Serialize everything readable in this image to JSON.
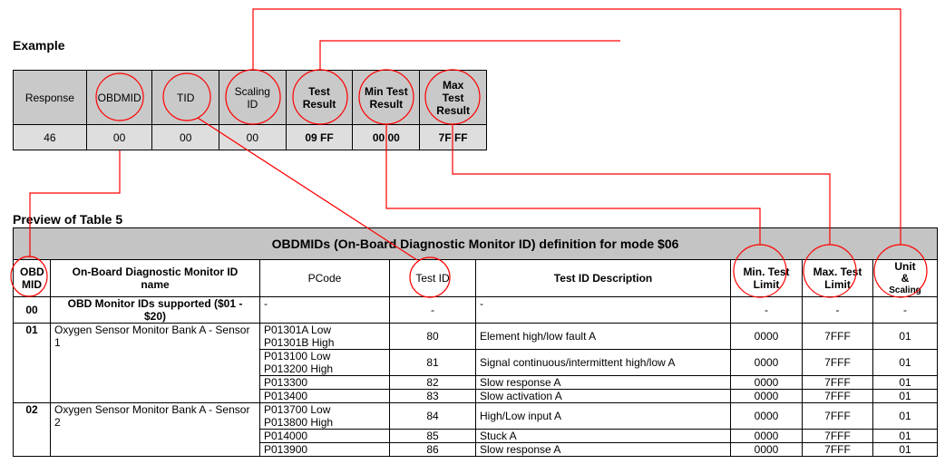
{
  "example": {
    "heading": "Example",
    "headers": [
      "Response",
      "OBDMID",
      "TID",
      "Scaling ID",
      "Test Result",
      "Min Test Result",
      "Max Test Result"
    ],
    "values": [
      "46",
      "00",
      "00",
      "00",
      "09 FF",
      "00 00",
      "7F FF"
    ]
  },
  "preview": {
    "heading": "Preview of Table 5",
    "title": "OBDMIDs (On-Board Diagnostic Monitor ID) definition for mode $06",
    "columns": {
      "obd_mid": "OBD MID",
      "monitor_name": "On-Board Diagnostic Monitor ID name",
      "pcode": "PCode",
      "test_id": "Test ID",
      "description": "Test ID Description",
      "min_limit": "Min. Test Limit",
      "max_limit": "Max. Test Limit",
      "unit_scaling_a": "Unit",
      "unit_scaling_b": "&",
      "unit_scaling_c": "Scaling"
    },
    "row00": {
      "mid": "00",
      "name": "OBD Monitor IDs supported ($01 - $20)",
      "pcode": "-",
      "tid": "-",
      "desc": "-",
      "min": "-",
      "max": "-",
      "unit": "-"
    },
    "group01": {
      "mid": "01",
      "name": "Oxygen Sensor Monitor Bank A - Sensor 1",
      "rows": [
        {
          "pcode1": "P01301A Low",
          "pcode2": "P01301B High",
          "tid": "80",
          "desc": "Element high/low fault A",
          "min": "0000",
          "max": "7FFF",
          "unit": "01"
        },
        {
          "pcode1": "P013100 Low",
          "pcode2": "P013200 High",
          "tid": "81",
          "desc": "Signal continuous/intermittent high/low A",
          "min": "0000",
          "max": "7FFF",
          "unit": "01"
        },
        {
          "pcode1": "P013300",
          "tid": "82",
          "desc": "Slow response A",
          "min": "0000",
          "max": "7FFF",
          "unit": "01"
        },
        {
          "pcode1": "P013400",
          "tid": "83",
          "desc": "Slow activation A",
          "min": "0000",
          "max": "7FFF",
          "unit": "01"
        }
      ]
    },
    "group02": {
      "mid": "02",
      "name": "Oxygen Sensor Monitor Bank A - Sensor 2",
      "rows": [
        {
          "pcode1": "P013700 Low",
          "pcode2": "P013800 High",
          "tid": "84",
          "desc": "High/Low input A",
          "min": "0000",
          "max": "7FFF",
          "unit": "01"
        },
        {
          "pcode1": "P014000",
          "tid": "85",
          "desc": "Stuck A",
          "min": "0000",
          "max": "7FFF",
          "unit": "01"
        },
        {
          "pcode1": "P013900",
          "tid": "86",
          "desc": "Slow response A",
          "min": "0000",
          "max": "7FFF",
          "unit": "01"
        }
      ]
    }
  },
  "colors": {
    "annotation": "#ff0000",
    "header_fill": "#c9c9c9",
    "value_fill": "#dedede",
    "title_fill": "#c4c4c4"
  }
}
